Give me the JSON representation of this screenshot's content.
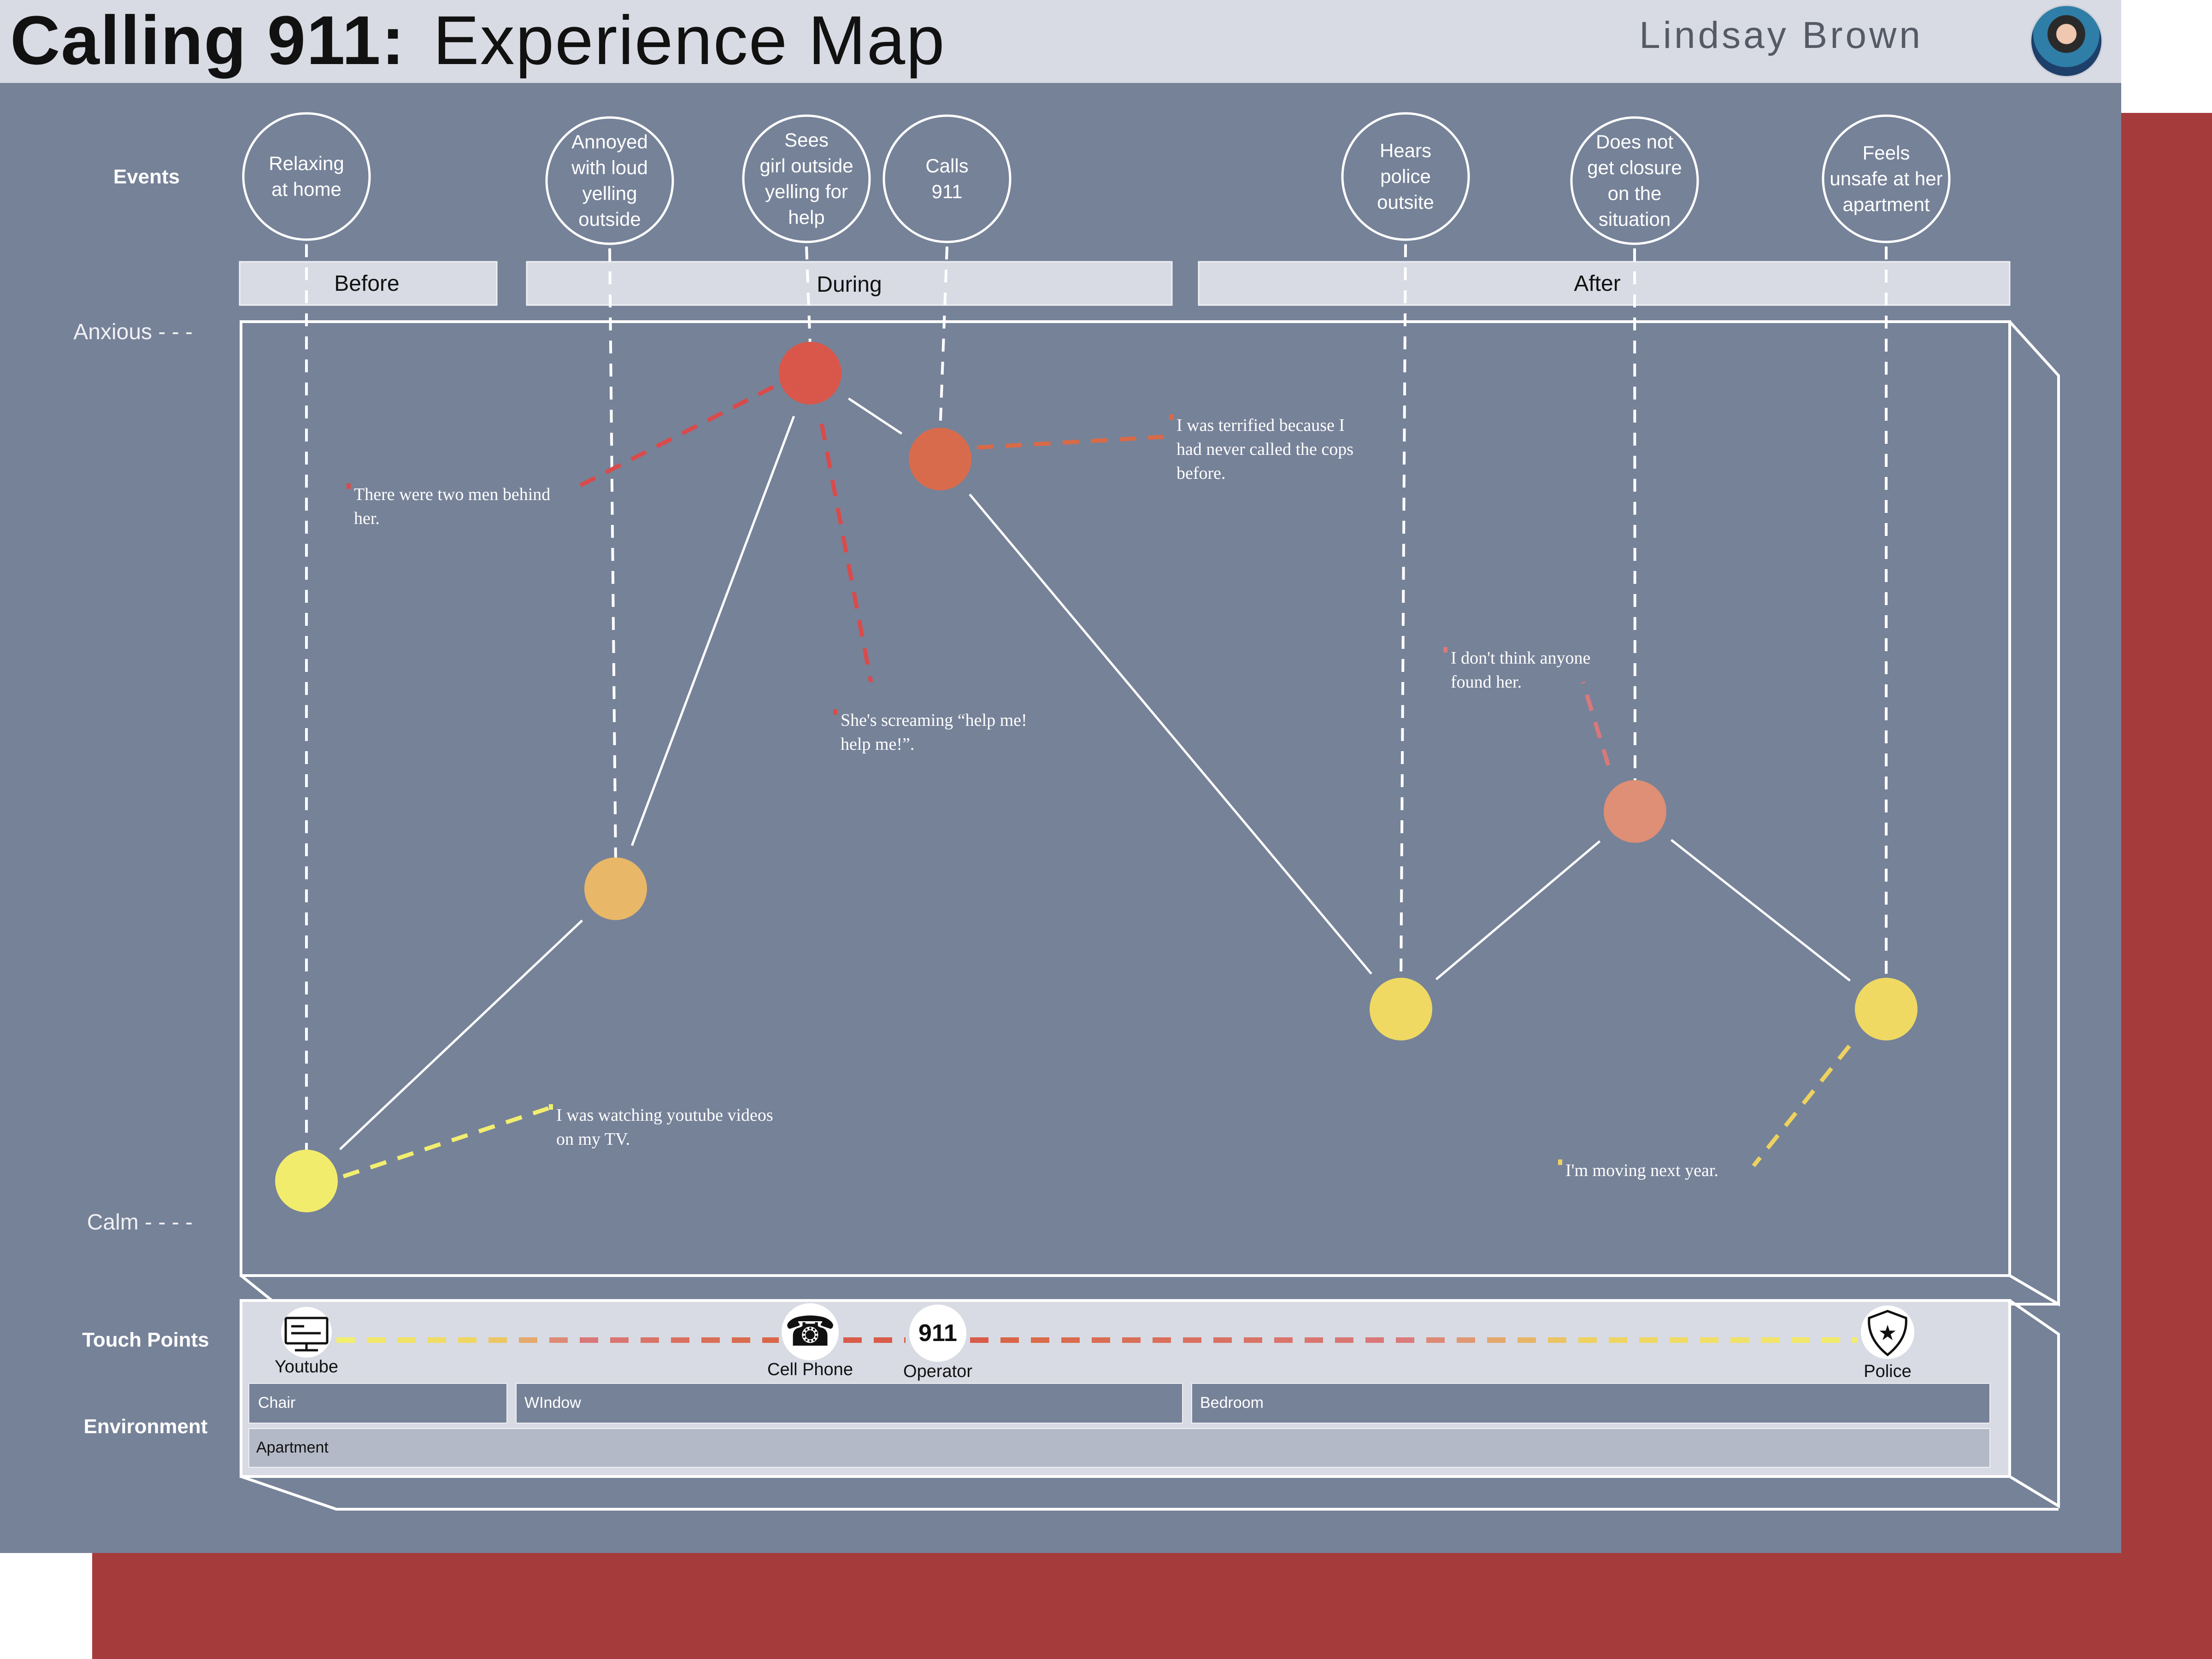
{
  "header": {
    "title_strong": "Calling 911:",
    "title_rest": "Experience Map",
    "author": "Lindsay Brown"
  },
  "row_labels": {
    "events": "Events",
    "touch_points": "Touch Points",
    "environment": "Environment"
  },
  "scale": {
    "top": "Anxious - - -",
    "bottom": "Calm - - - -"
  },
  "phases": [
    {
      "label": "Before"
    },
    {
      "label": "During"
    },
    {
      "label": "After"
    }
  ],
  "events": [
    {
      "label": "Relaxing at home",
      "lines": [
        "Relaxing",
        "at home"
      ],
      "anxiety": 0.02
    },
    {
      "label": "Annoyed with loud yelling outside",
      "lines": [
        "Annoyed",
        "with loud",
        "yelling",
        "outside"
      ],
      "anxiety": 0.36
    },
    {
      "label": "Sees girl outside yelling for help",
      "lines": [
        "Sees",
        "girl outside",
        "yelling for",
        "help"
      ],
      "anxiety": 0.96
    },
    {
      "label": "Calls 911",
      "lines": [
        "Calls",
        "911"
      ],
      "anxiety": 0.86
    },
    {
      "label": "Hears police outsite",
      "lines": [
        "Hears",
        "police",
        "outsite"
      ],
      "anxiety": 0.22
    },
    {
      "label": "Does not get closure on the situation",
      "lines": [
        "Does not",
        "get closure",
        "on the",
        "situation"
      ],
      "anxiety": 0.45
    },
    {
      "label": "Feels unsafe at her apartment",
      "lines": [
        "Feels",
        "unsafe at her",
        "apartment"
      ],
      "anxiety": 0.22
    }
  ],
  "quotes": [
    {
      "text": "I was watching youtube videos on my TV.",
      "lines": [
        "I was watching youtube videos",
        "on my TV."
      ]
    },
    {
      "text": "There were two men behind her.",
      "lines": [
        "There were two men behind",
        "her."
      ]
    },
    {
      "text": "She's screaming “help me! help me!”.",
      "lines": [
        "She's screaming “help me!",
        "help me!”."
      ]
    },
    {
      "text": "I was terrified because I had never called the cops before.",
      "lines": [
        "I was terrified because I",
        "had never called the cops",
        "before."
      ]
    },
    {
      "text": "I don't think anyone found her.",
      "lines": [
        "I don't think anyone",
        "found her."
      ]
    },
    {
      "text": "I'm moving next year.",
      "lines": [
        "I'm moving next year."
      ]
    }
  ],
  "touch_points": [
    {
      "label": "Youtube",
      "icon": "monitor-icon"
    },
    {
      "label": "Cell Phone",
      "icon": "phone-icon"
    },
    {
      "label": "Operator",
      "icon": "911-badge",
      "badge": "911"
    },
    {
      "label": "Police",
      "icon": "police-badge-icon"
    }
  ],
  "environment": {
    "rooms": [
      "Chair",
      "WIndow",
      "Bedroom"
    ],
    "building": "Apartment"
  },
  "colors": {
    "background": "#768298",
    "header": "#d8dbe3",
    "accent_red": "#a63b3c",
    "anxious": "#d94b4b",
    "calm": "#f2ee6e"
  }
}
